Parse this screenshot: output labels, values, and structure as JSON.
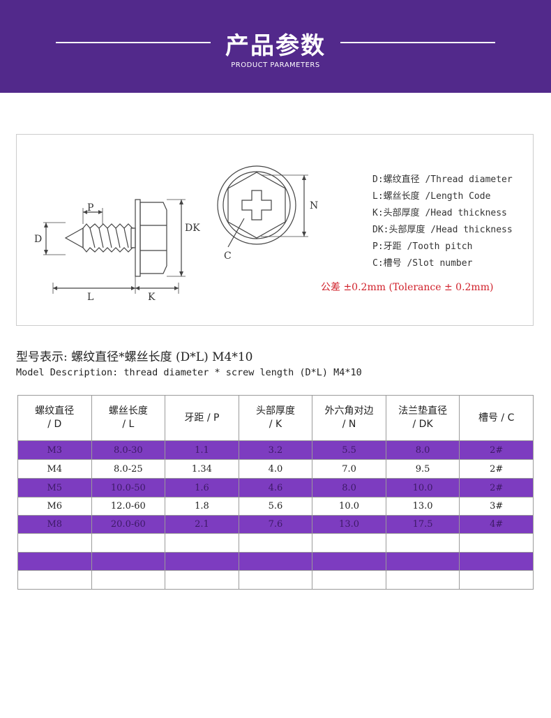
{
  "header": {
    "title": "产品参数",
    "subtitle": "PRODUCT PARAMETERS"
  },
  "diagram": {
    "label_d": "D",
    "label_p": "P",
    "label_dk": "DK",
    "label_l": "L",
    "label_k": "K",
    "label_n": "N",
    "label_c": "C"
  },
  "legend": [
    "D:螺纹直径 /Thread diameter",
    "L:螺丝长度 /Length Code",
    "K:头部厚度 /Head thickness",
    "DK:头部厚度 /Head thickness",
    "P:牙距 /Tooth pitch",
    "C:槽号 /Slot number"
  ],
  "tolerance": "公差 ±0.2mm (Tolerance ± 0.2mm)",
  "model": {
    "cn": "型号表示: 螺纹直径*螺丝长度 (D*L) M4*10",
    "en": "Model Description: thread diameter * screw length (D*L) M4*10"
  },
  "table": {
    "headers": [
      [
        "螺纹直径",
        "/ D"
      ],
      [
        "螺丝长度",
        "/ L"
      ],
      [
        "牙距 / P",
        ""
      ],
      [
        "头部厚度",
        "/ K"
      ],
      [
        "外六角对边",
        "/ N"
      ],
      [
        "法兰垫直径",
        "/ DK"
      ],
      [
        "槽号 / C",
        ""
      ]
    ],
    "rows": [
      [
        "M3",
        "8.0-30",
        "1.1",
        "3.2",
        "5.5",
        "8.0",
        "2#"
      ],
      [
        "M4",
        "8.0-25",
        "1.34",
        "4.0",
        "7.0",
        "9.5",
        "2#"
      ],
      [
        "M5",
        "10.0-50",
        "1.6",
        "4.6",
        "8.0",
        "10.0",
        "2#"
      ],
      [
        "M6",
        "12.0-60",
        "1.8",
        "5.6",
        "10.0",
        "13.0",
        "3#"
      ],
      [
        "M8",
        "20.0-60",
        "2.1",
        "7.6",
        "13.0",
        "17.5",
        "4#"
      ],
      [
        "",
        "",
        "",
        "",
        "",
        "",
        ""
      ],
      [
        "",
        "",
        "",
        "",
        "",
        "",
        ""
      ],
      [
        "",
        "",
        "",
        "",
        "",
        "",
        ""
      ]
    ]
  },
  "colors": {
    "header_bg": "#52298b",
    "row_highlight": "#7d3cc0",
    "tolerance_text": "#d0202a"
  }
}
